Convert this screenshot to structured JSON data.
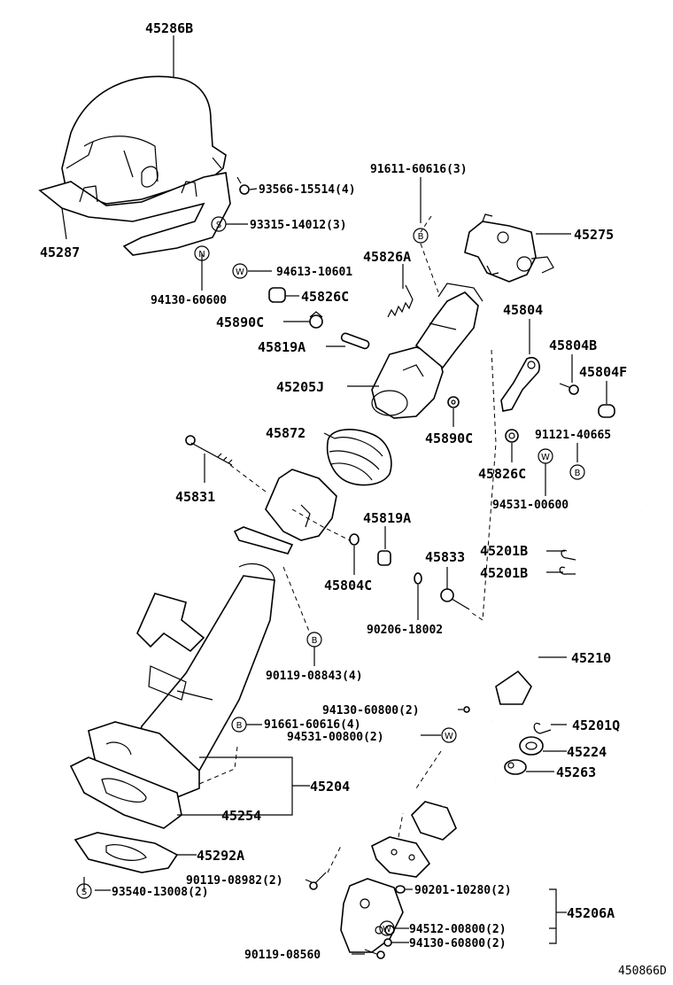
{
  "diagram_id": "450866D",
  "labels": {
    "p45286B": "45286B",
    "p45287": "45287",
    "p93566": "93566-15514(4)",
    "p93315": "93315-14012(3)",
    "p94130_60600": "94130-60600",
    "p94613": "94613-10601",
    "p45826C_a": "45826C",
    "p45890C_a": "45890C",
    "p45819A_a": "45819A",
    "p45205J": "45205J",
    "p45872": "45872",
    "p45831": "45831",
    "p91611": "91611-60616(3)",
    "p45826A": "45826A",
    "p45275": "45275",
    "p45804": "45804",
    "p45804B": "45804B",
    "p45804F": "45804F",
    "p45890C_b": "45890C",
    "p91121": "91121-40665",
    "p45826C_b": "45826C",
    "p94531_00600": "94531-00600",
    "p45819A_b": "45819A",
    "p45804C": "45804C",
    "p45833": "45833",
    "p45201B_a": "45201B",
    "p45201B_b": "45201B",
    "p90206": "90206-18002",
    "p90119_08843": "90119-08843(4)",
    "p45210": "45210",
    "p94130_60800_a": "94130-60800(2)",
    "p91661": "91661-60616(4)",
    "p94531_00800": "94531-00800(2)",
    "p45201Q": "45201Q",
    "p45224": "45224",
    "p45263": "45263",
    "p45204": "45204",
    "p45254": "45254",
    "p45292A": "45292A",
    "p90119_08982": "90119-08982(2)",
    "p93540": "93540-13008(2)",
    "p90201": "90201-10280(2)",
    "p45206A": "45206A",
    "p94512": "94512-00800(2)",
    "p94130_60800_b": "94130-60800(2)",
    "p90119_08560": "90119-08560"
  },
  "circle_marks": {
    "S": "S",
    "N": "N",
    "W": "W",
    "B": "B"
  }
}
